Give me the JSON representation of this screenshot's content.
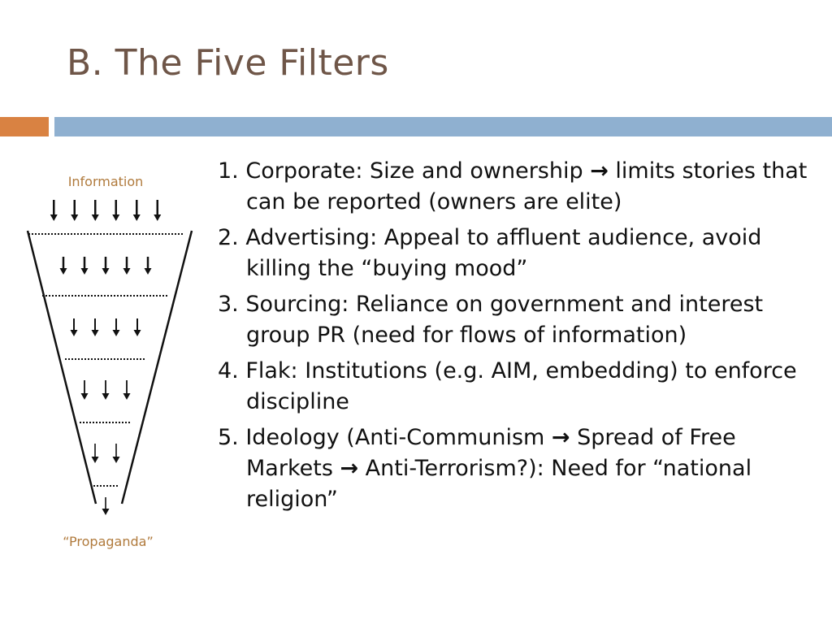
{
  "slide": {
    "title": "B. The Five Filters",
    "accent_colors": {
      "orange": "#d98242",
      "blue": "#8fb0d0"
    }
  },
  "funnel": {
    "top_label": "Information",
    "bottom_label": "“Propaganda”",
    "arrows_per_level": [
      6,
      5,
      4,
      3,
      2,
      1
    ]
  },
  "filters": [
    {
      "parts": [
        "1. Corporate: Size and ownership ",
        " limits stories that can be reported (owners are elite)"
      ]
    },
    {
      "parts": [
        "2. Advertising: Appeal to affluent audience, avoid killing the “buying mood”"
      ]
    },
    {
      "parts": [
        "3. Sourcing: Reliance on government and interest group PR (need for flows of information)"
      ]
    },
    {
      "parts": [
        "4. Flak: Institutions (e.g. AIM, embedding) to enforce discipline"
      ]
    },
    {
      "parts": [
        "5. Ideology (Anti-Communism ",
        " Spread of Free Markets ",
        " Anti-Terrorism?): Need for “national religion”"
      ]
    }
  ]
}
